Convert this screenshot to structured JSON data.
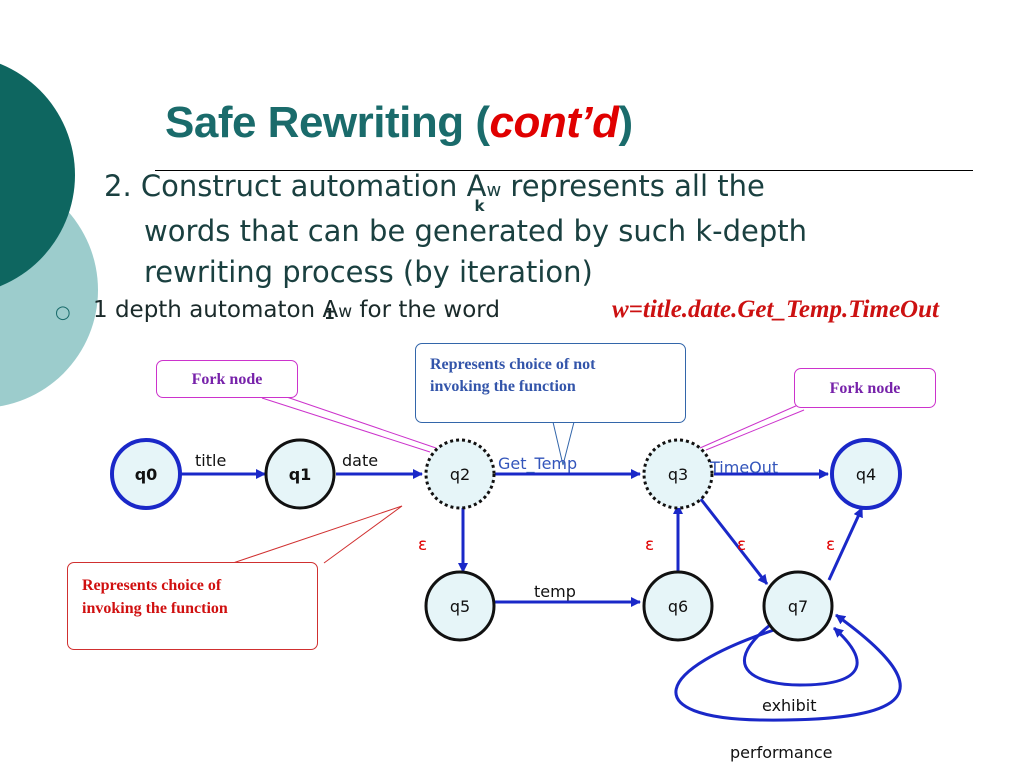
{
  "slide": {
    "title_main": "Safe Rewriting (",
    "title_em": "cont’d",
    "title_close": ")",
    "step_line1a": "2. Construct automation A",
    "step_line1_sup": "k",
    "step_line1_sub": "w",
    "step_line1b": " represents all the",
    "step_line2": "words that can  be generated by such k-depth",
    "step_line3": "rewriting process (by iteration)",
    "bullet_glyph": "○",
    "line2a": "1 depth automaton A",
    "line2_sup": "1",
    "line2_sub": "w",
    "line2b": " for the word",
    "word": "w=title.date.Get_Temp.TimeOut"
  },
  "callouts": {
    "fork_left": "Fork node",
    "fork_right": "Fork node",
    "not_invoking_l1": "Represents choice of not",
    "not_invoking_l2": "invoking the function",
    "invoking_l1": "Represents choice of",
    "invoking_l2": "invoking the function"
  },
  "nodes": {
    "q0": "q0",
    "q1": "q1",
    "q2": "q2",
    "q3": "q3",
    "q4": "q4",
    "q5": "q5",
    "q6": "q6",
    "q7": "q7"
  },
  "edges": {
    "title": "title",
    "date": "date",
    "get_temp": "Get_Temp",
    "timeout": "TimeOut",
    "eps1": "ε",
    "eps2": "ε",
    "eps3": "ε",
    "eps4": "ε",
    "temp": "temp",
    "exhibit": "exhibit",
    "performance": "performance"
  },
  "colors": {
    "title": "#1a6b6b",
    "accent_red": "#e00000",
    "edge_blue": "#1a28c8",
    "callout_purple": "#9933cc",
    "callout_blue": "#3366aa",
    "teal_dark": "#0e6660",
    "teal_light": "#9ccccc"
  }
}
